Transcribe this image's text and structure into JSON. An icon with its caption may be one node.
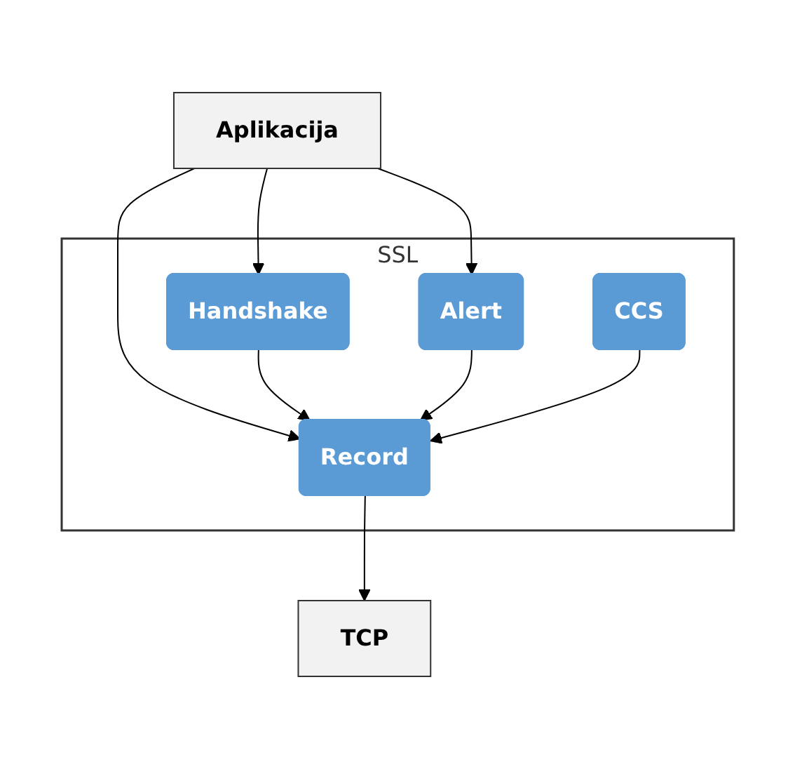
{
  "diagram": {
    "nodes": [
      {
        "text": [
          "Aplikacija"
        ]
      },
      {
        "text": [
          "SSL"
        ]
      },
      {
        "text": [
          "Handshake"
        ],
        "in": 1
      },
      {
        "text": [
          "Alert"
        ],
        "in": 1
      },
      {
        "text": [
          "CCS"
        ],
        "in": 1
      },
      {
        "text": [
          "Record"
        ],
        "in": 1
      },
      {
        "text": [
          "TCP"
        ]
      }
    ],
    "edges": [
      {
        "from": 0,
        "to": 5,
        "arrow": "to"
      },
      {
        "from": 0,
        "to": 3,
        "arrow": "to"
      },
      {
        "from": 0,
        "to": 2,
        "arrow": "to"
      },
      {
        "from": 2,
        "to": 5,
        "arrow": "to"
      },
      {
        "from": 3,
        "to": 5,
        "arrow": "to"
      },
      {
        "from": 4,
        "to": 5,
        "arrow": "to"
      },
      {
        "from": 5,
        "to": 6,
        "arrow": "to"
      }
    ]
  }
}
